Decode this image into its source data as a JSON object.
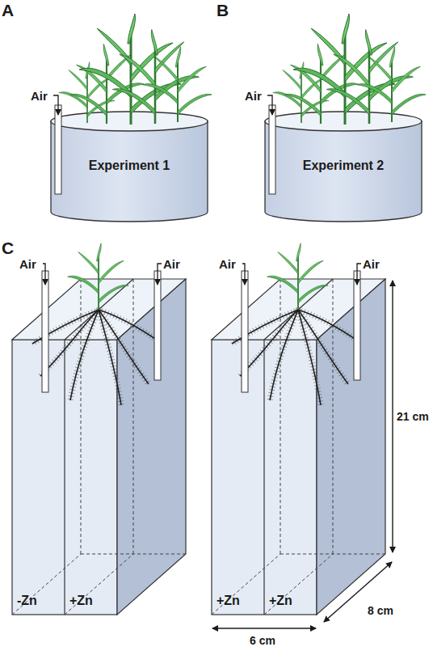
{
  "diagram": {
    "nodes": [
      {
        "text": [
          "Experiment 1"
        ]
      },
      {
        "text": [
          "Experiment 2"
        ]
      },
      {
        "text": [
          "-Zn"
        ]
      },
      {
        "text": [
          "+Zn"
        ]
      },
      {
        "text": [
          "+Zn"
        ]
      },
      {
        "text": [
          "+Zn"
        ]
      }
    ],
    "labels": [
      "A",
      "B",
      "Air",
      "Air",
      "C",
      "Air",
      "Air",
      "Air",
      "Air",
      "21 cm",
      "8 cm",
      "6 cm"
    ]
  }
}
